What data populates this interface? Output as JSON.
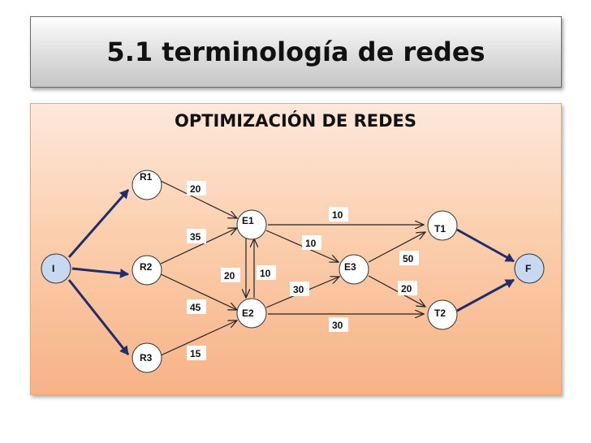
{
  "title": "5.1 terminología de redes",
  "subtitle": "OPTIMIZACIÓN DE REDES",
  "colors": {
    "title_bg": "#d9d9d9",
    "content_bg": "#fbcfae",
    "source_sink_fill": "#c6d9f1",
    "thick_arrow": "#1f2d6b"
  },
  "nodes": {
    "I": "I",
    "R1": "R1",
    "R2": "R2",
    "R3": "R3",
    "E1": "E1",
    "E2": "E2",
    "E3": "E3",
    "T1": "T1",
    "T2": "T2",
    "F": "F"
  },
  "weights": {
    "R1_E1": "20",
    "R2_E1": "35",
    "R2_E2": "45",
    "R3_E2": "15",
    "E1_E2": "20",
    "E2_E1": "10",
    "E1_T1": "10",
    "E1_E3": "10",
    "E2_E3": "30",
    "E2_T2": "30",
    "E3_T1": "50",
    "E3_T2": "20"
  }
}
